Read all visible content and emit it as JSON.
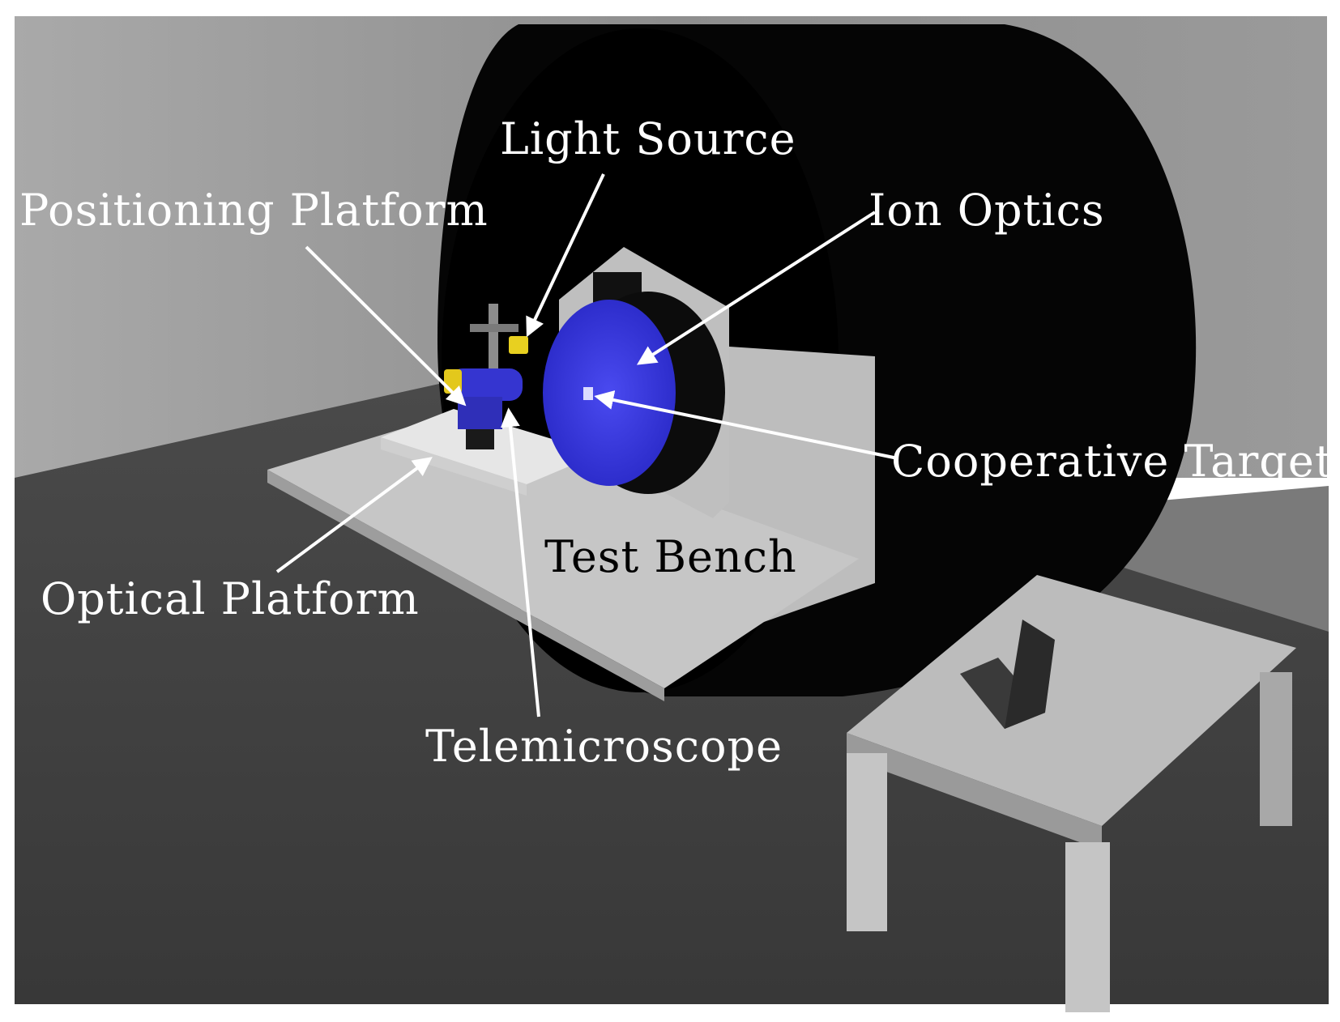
{
  "labels": {
    "light_source": "Light Source",
    "positioning_platform": "Positioning Platform",
    "ion_optics": "Ion Optics",
    "cooperative_targets": "Cooperative Targets",
    "test_bench": "Test Bench",
    "optical_platform": "Optical Platform",
    "telemicroscope": "Telemicroscope"
  },
  "colors": {
    "chamber": "#050505",
    "floor": "#3f3f3f",
    "wall": "#8f8f8f",
    "bench": "#c4c4c4",
    "ion_optics_blue": "#3a3ae0",
    "light_source_yellow": "#e8d020",
    "label_text": "#ffffff",
    "arrow": "#ffffff"
  },
  "icons": {
    "arrow": "arrow-icon"
  }
}
